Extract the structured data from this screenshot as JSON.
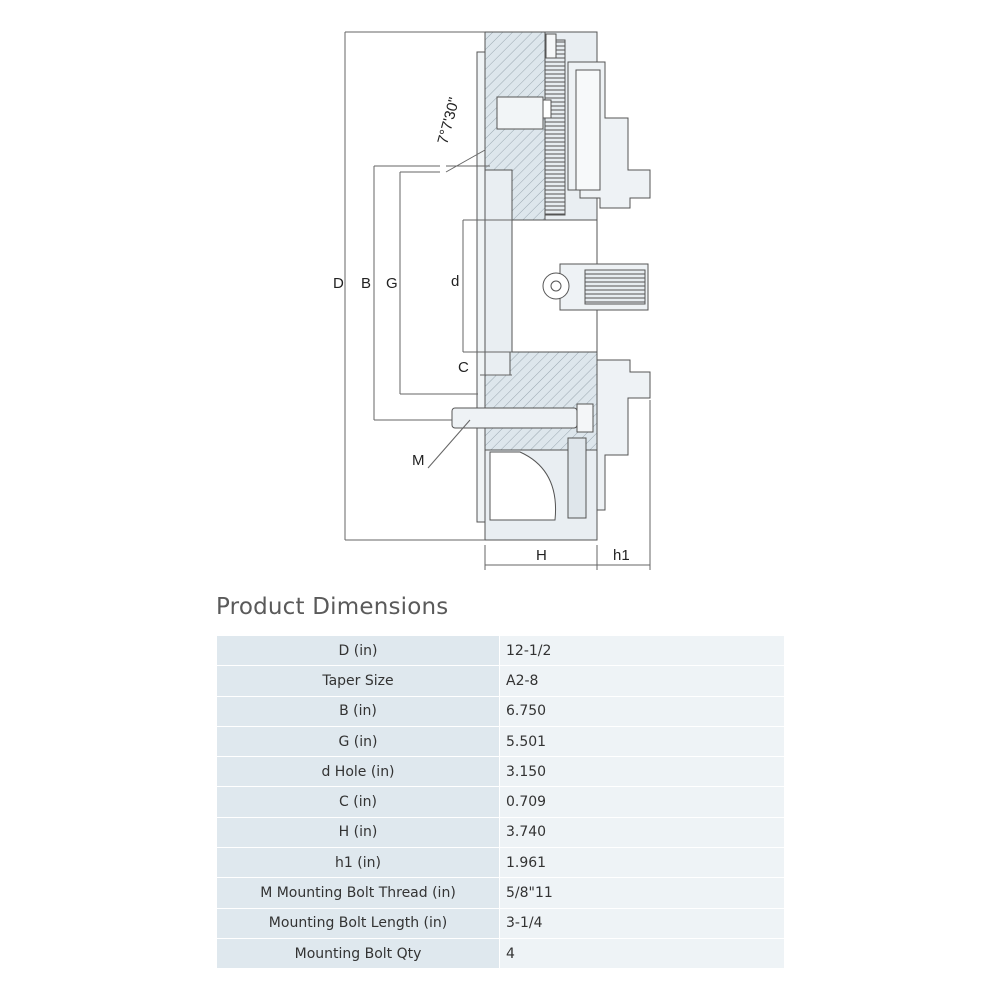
{
  "drawing": {
    "labels": {
      "D": "D",
      "B": "B",
      "G": "G",
      "d": "d",
      "C": "C",
      "M": "M",
      "H": "H",
      "h1": "h1",
      "angle": "7°7'30\""
    }
  },
  "table": {
    "title": "Product Dimensions",
    "rows": [
      {
        "label": "D (in)",
        "value": "12-1/2"
      },
      {
        "label": "Taper Size",
        "value": "A2-8"
      },
      {
        "label": "B (in)",
        "value": "6.750"
      },
      {
        "label": "G  (in)",
        "value": "5.501"
      },
      {
        "label": "d Hole  (in)",
        "value": "3.150"
      },
      {
        "label": "C (in)",
        "value": "0.709"
      },
      {
        "label": "H  (in)",
        "value": "3.740"
      },
      {
        "label": "h1  (in)",
        "value": "1.961"
      },
      {
        "label": "M  Mounting Bolt Thread (in)",
        "value": "5/8\"11"
      },
      {
        "label": "Mounting Bolt Length (in)",
        "value": "3-1/4"
      },
      {
        "label": "Mounting Bolt Qty",
        "value": "4"
      }
    ]
  }
}
